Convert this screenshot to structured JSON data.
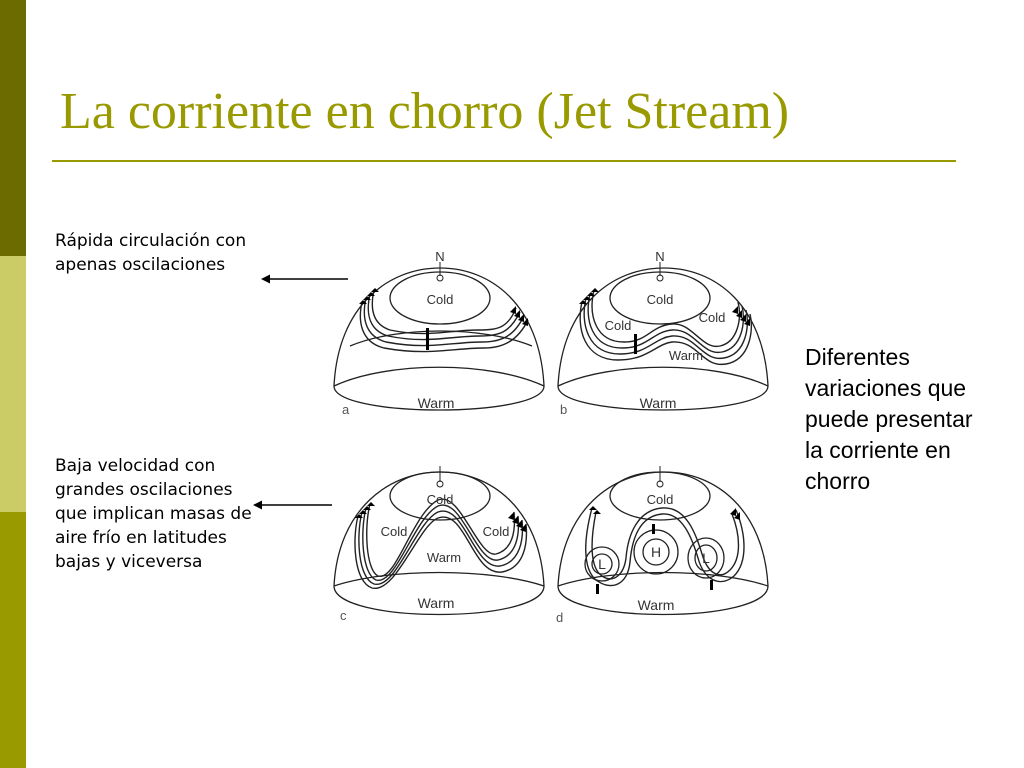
{
  "slide": {
    "title": "La corriente en chorro (Jet Stream)",
    "note_fast": "Rápida circulación con apenas oscilaciones",
    "note_slow": "Baja velocidad con grandes oscilaciones que implican masas de aire frío en latitudes bajas y viceversa",
    "side_note": "Diferentes variaciones que puede presentar la corriente en chorro",
    "colors": {
      "accent": "#999900",
      "bar_dark": "#6b6b00",
      "bar_light": "#cccc66"
    }
  },
  "diagrams": {
    "a": {
      "letter": "a",
      "north": "N",
      "cold": "Cold",
      "warm": "Warm"
    },
    "b": {
      "letter": "b",
      "north": "N",
      "cold": "Cold",
      "cold_left": "Cold",
      "cold_right": "Cold",
      "warm_mid": "Warm",
      "warm": "Warm"
    },
    "c": {
      "letter": "c",
      "cold": "Cold",
      "cold_left": "Cold",
      "cold_right": "Cold",
      "warm_mid": "Warm",
      "warm": "Warm"
    },
    "d": {
      "letter": "d",
      "cold": "Cold",
      "high": "H",
      "low_left": "L",
      "low_right": "L",
      "warm": "Warm"
    }
  }
}
